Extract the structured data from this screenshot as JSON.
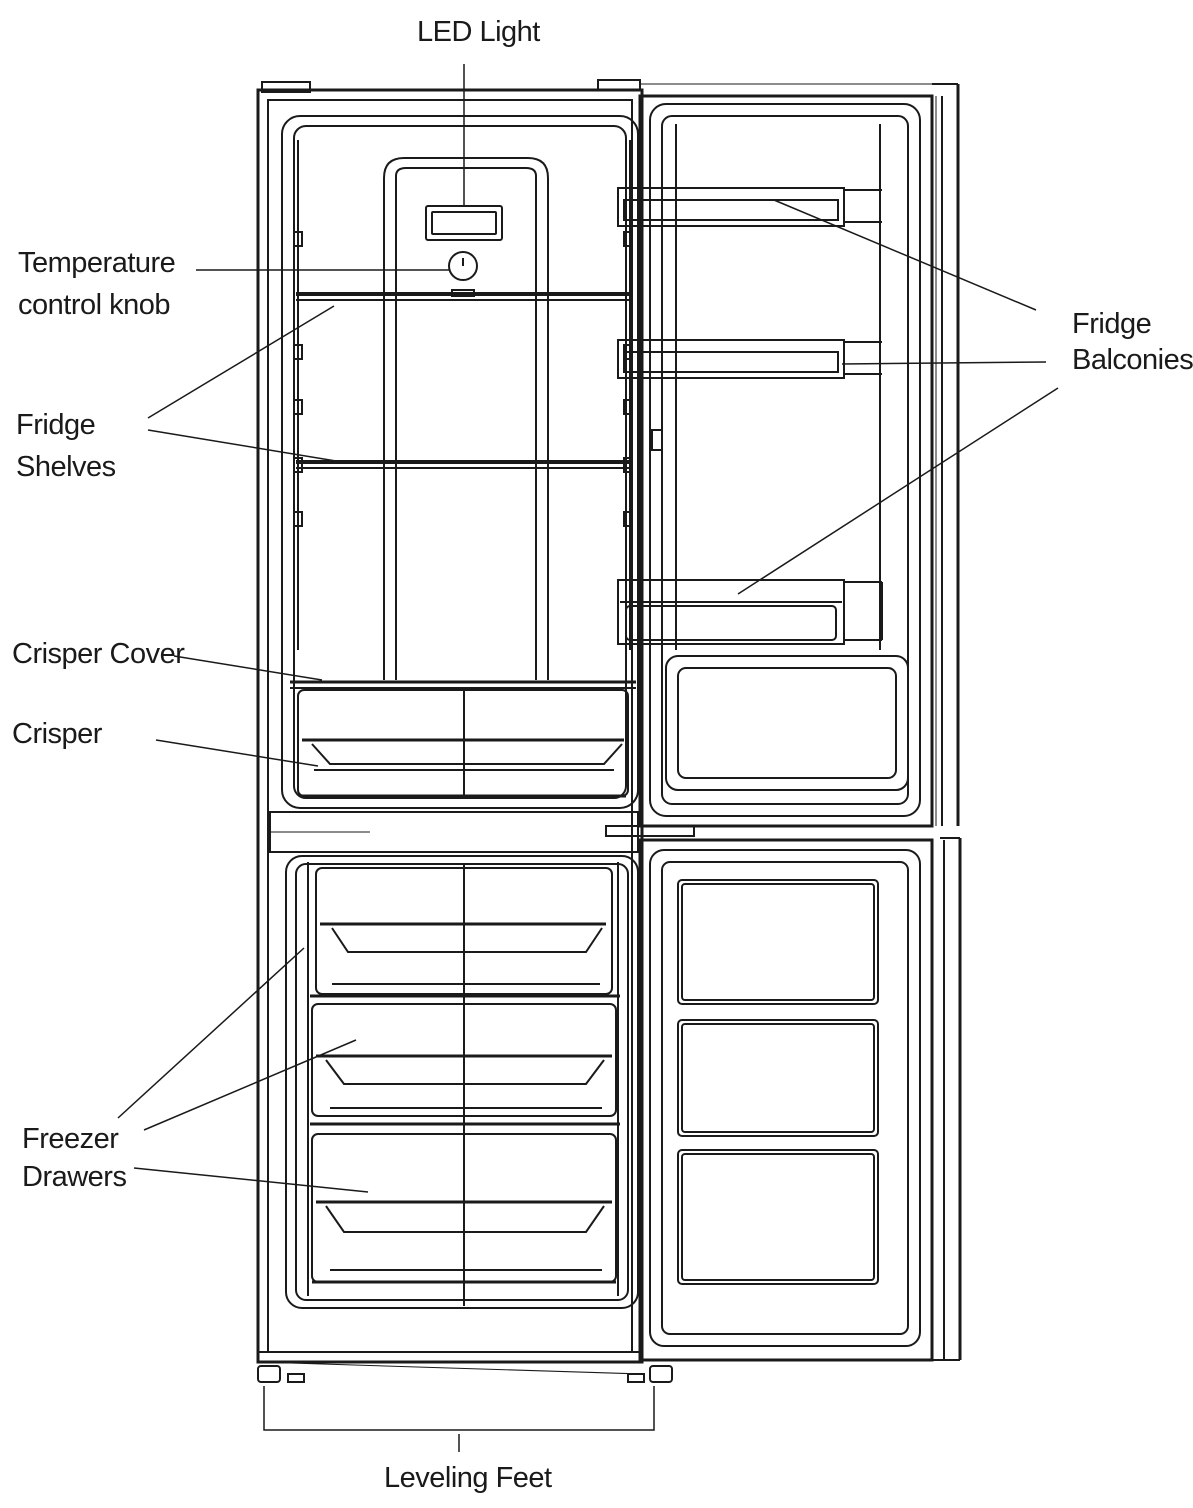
{
  "labels": {
    "led_light": "LED Light",
    "temperature_knob": [
      "Temperature",
      "control knob"
    ],
    "fridge_shelves": [
      "Fridge",
      "Shelves"
    ],
    "crisper_cover": "Crisper Cover",
    "crisper": "Crisper",
    "freezer_drawers": [
      "Freezer",
      "Drawers"
    ],
    "fridge_balconies": [
      "Fridge",
      "Balconies"
    ],
    "leveling_feet": "Leveling Feet"
  },
  "colors": {
    "line": "#1a1a1a",
    "background": "#ffffff"
  }
}
